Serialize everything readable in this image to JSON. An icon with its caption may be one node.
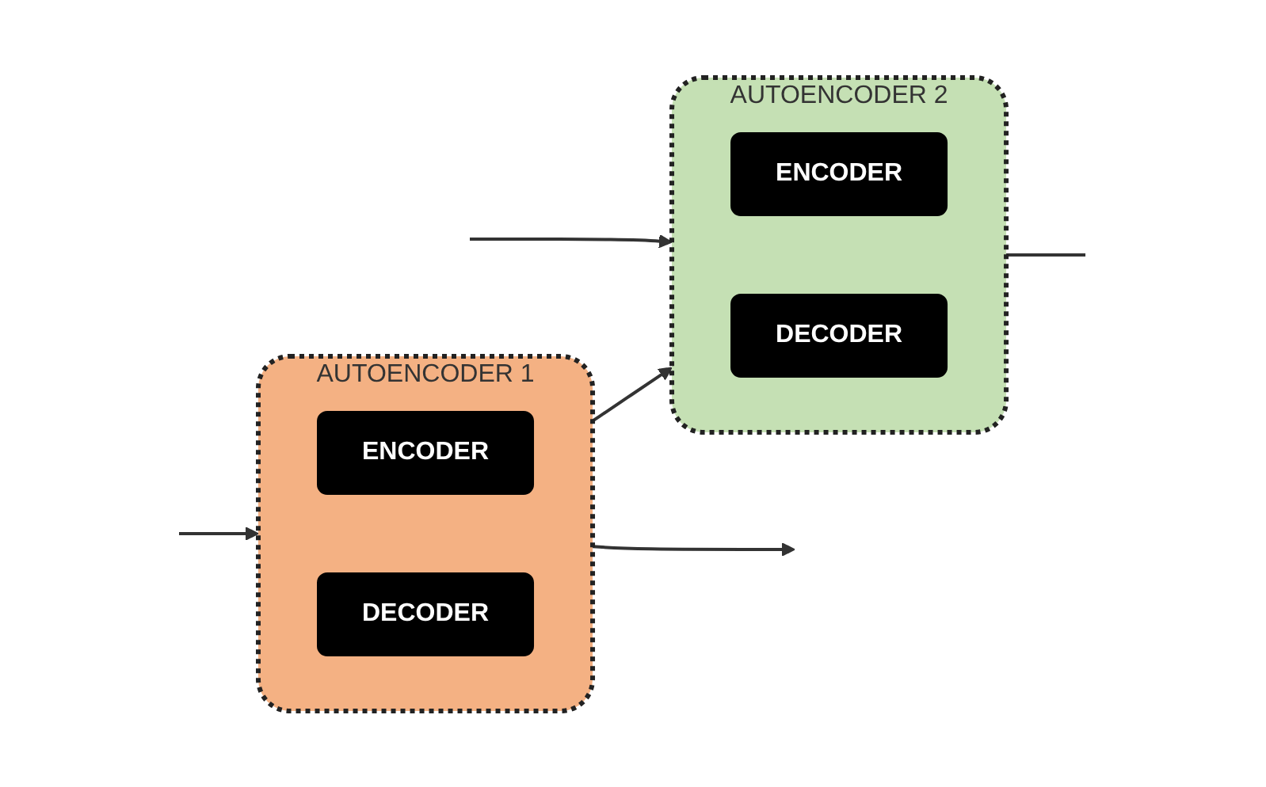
{
  "diagram": {
    "nodes": [
      {
        "text": [
          "AUTOENCODER 1"
        ]
      },
      {
        "text": [
          "ENCODER"
        ],
        "in": 0
      },
      {
        "text": [
          "DECODER"
        ],
        "in": 0
      },
      {
        "text": [
          "AUTOENCODER 2"
        ]
      },
      {
        "text": [
          "ENCODER"
        ],
        "in": 3
      },
      {
        "text": [
          "DECODER"
        ],
        "in": 3
      }
    ],
    "edges": [
      {
        "from": null,
        "to": 0,
        "arrow": "to"
      },
      {
        "from": null,
        "to": 3,
        "arrow": "to"
      },
      {
        "from": 0,
        "to": 3,
        "arrow": "to"
      },
      {
        "from": 0,
        "to": null,
        "arrow": "to"
      },
      {
        "from": 3,
        "to": null,
        "arrow": "none"
      }
    ]
  }
}
